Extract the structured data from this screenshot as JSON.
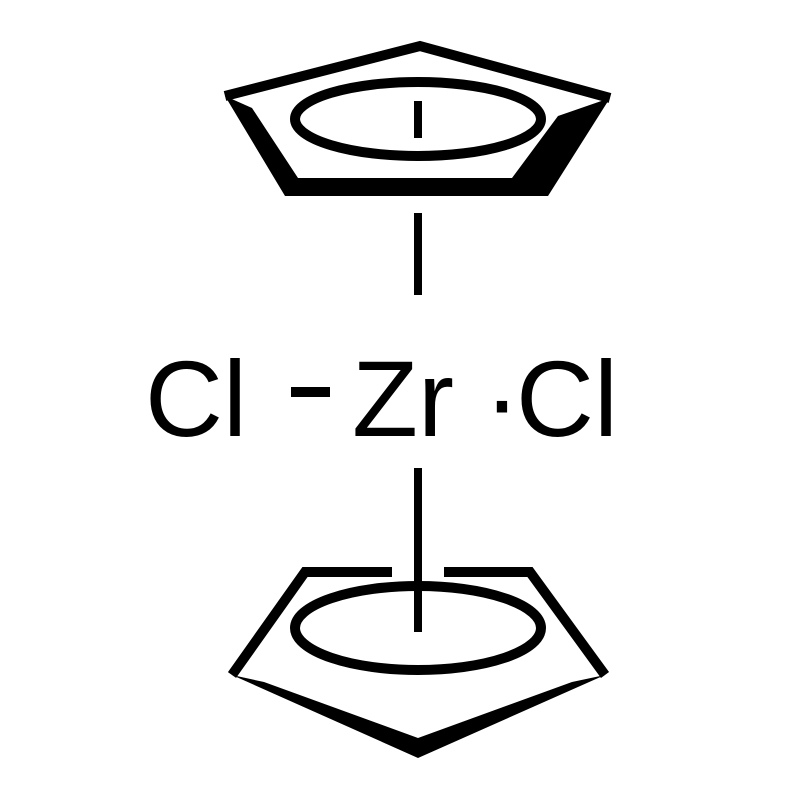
{
  "molecule": {
    "labels": {
      "left_chlorine": "Cl",
      "metal": "Zr",
      "right_chlorine": "Cl"
    },
    "bond_dot": "·",
    "colors": {
      "ink": "#000000",
      "background": "#ffffff"
    }
  }
}
